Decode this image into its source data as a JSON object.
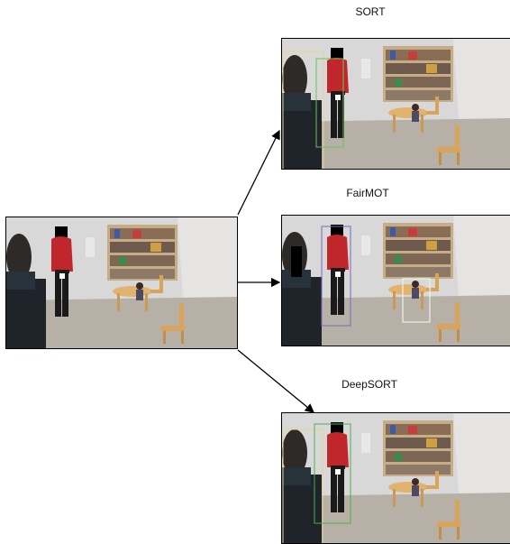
{
  "labels": {
    "sort": "SORT",
    "fairmot": "FairMOT",
    "deepsort": "DeepSORT"
  },
  "colors": {
    "wall": "#d9d8d8",
    "floor": "#b9b2a8",
    "sweater": "#c0272d",
    "pants": "#1a1a1a",
    "chair": "#d9a55b",
    "table": "#e3b46a",
    "shelf": "#c9b08a",
    "box_sort": "#6fbf5a",
    "box_sort_secondary": "#e8d58a",
    "box_fairmot_a": "#7868b8",
    "box_fairmot_b": "#e9f4ea",
    "box_deepsort": "#4caf50",
    "arrow": "#000000"
  },
  "icons": {
    "arrow": "arrow-right-icon"
  }
}
